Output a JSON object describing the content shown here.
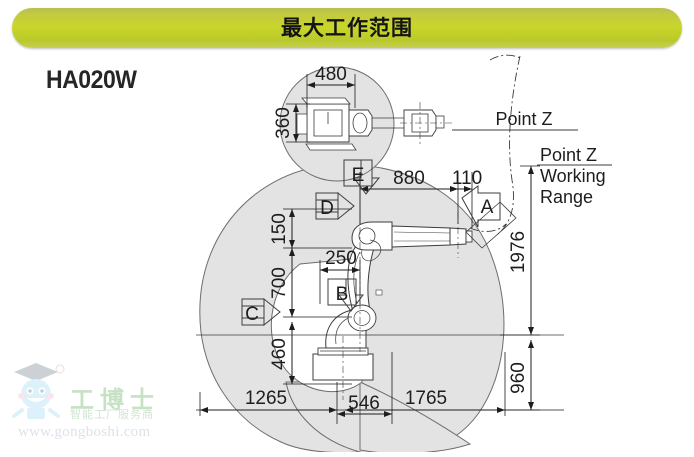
{
  "header": {
    "title": "最大工作范围"
  },
  "model": {
    "name": "HA020W"
  },
  "labels": {
    "point_z": "Point Z",
    "point_z_range_l1": "Point Z",
    "point_z_range_l2": "Working",
    "point_z_range_l3": "Range"
  },
  "callouts": [
    {
      "id": "A",
      "label": "A"
    },
    {
      "id": "B",
      "label": "B"
    },
    {
      "id": "C",
      "label": "C"
    },
    {
      "id": "D",
      "label": "D"
    },
    {
      "id": "E",
      "label": "E"
    }
  ],
  "dimensions": {
    "detail_width": "480",
    "detail_height": "360",
    "arm_reach": "880",
    "wrist_offset": "110",
    "upper_offset": "150",
    "shoulder_height": "700",
    "elbow_offset": "250",
    "base_height": "460",
    "base_width": "546",
    "left_reach": "1265",
    "right_reach": "1765",
    "vertical_reach": "1976",
    "below_base": "960"
  },
  "watermark": {
    "brand_cn": "工博士",
    "tagline_cn": "智能工厂服务商",
    "url": "www.gongboshi.com"
  },
  "colors": {
    "banner_accent": "#c9d62a",
    "envelope_fill": "#e3e3e3",
    "line": "#4d4d4d",
    "text": "#1d1d1d"
  },
  "chart_data": {
    "type": "table",
    "title": "HA020W 最大工作范围",
    "notes": "Robot working-envelope dimension drawing (side view) with top-view detail circle.",
    "measurements": [
      {
        "name": "detail_width",
        "value": 480,
        "unit": "mm",
        "orientation": "horizontal",
        "where": "top-view detail circle"
      },
      {
        "name": "detail_height",
        "value": 360,
        "unit": "mm",
        "orientation": "vertical",
        "where": "top-view detail circle"
      },
      {
        "name": "arm_reach",
        "value": 880,
        "unit": "mm",
        "orientation": "horizontal",
        "where": "upper arm span"
      },
      {
        "name": "wrist_offset",
        "value": 110,
        "unit": "mm",
        "orientation": "horizontal",
        "where": "wrist flange"
      },
      {
        "name": "upper_offset",
        "value": 150,
        "unit": "mm",
        "orientation": "vertical",
        "where": "shoulder to arm axis"
      },
      {
        "name": "shoulder_height",
        "value": 700,
        "unit": "mm",
        "orientation": "vertical",
        "where": "shoulder height"
      },
      {
        "name": "elbow_offset",
        "value": 250,
        "unit": "mm",
        "orientation": "horizontal",
        "where": "elbow offset"
      },
      {
        "name": "base_height",
        "value": 460,
        "unit": "mm",
        "orientation": "vertical",
        "where": "base to shoulder"
      },
      {
        "name": "base_width",
        "value": 546,
        "unit": "mm",
        "orientation": "horizontal",
        "where": "base width"
      },
      {
        "name": "left_reach",
        "value": 1265,
        "unit": "mm",
        "orientation": "horizontal",
        "where": "reach left of base center"
      },
      {
        "name": "right_reach",
        "value": 1765,
        "unit": "mm",
        "orientation": "horizontal",
        "where": "reach right of base center"
      },
      {
        "name": "vertical_reach",
        "value": 1976,
        "unit": "mm",
        "orientation": "vertical",
        "where": "upper working range height"
      },
      {
        "name": "below_base",
        "value": 960,
        "unit": "mm",
        "orientation": "vertical",
        "where": "range below ground line"
      }
    ]
  }
}
